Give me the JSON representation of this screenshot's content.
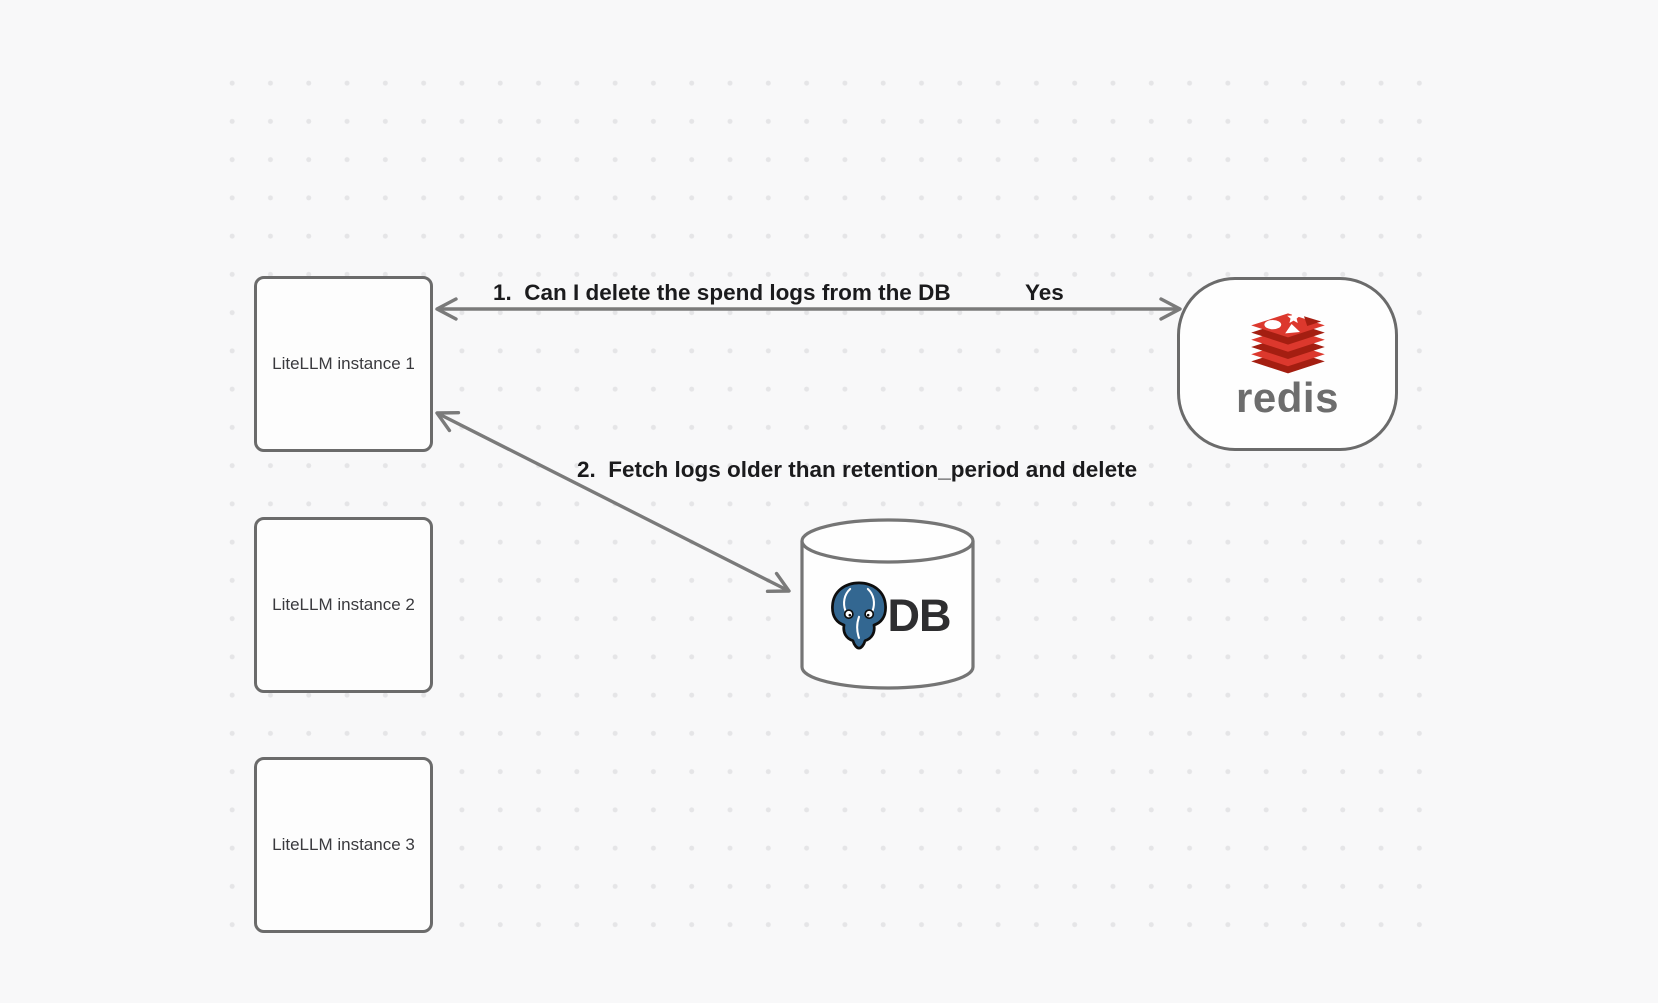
{
  "nodes": {
    "litellm1": {
      "label": "LiteLLM instance 1"
    },
    "litellm2": {
      "label": "LiteLLM instance 2"
    },
    "litellm3": {
      "label": "LiteLLM instance 3"
    },
    "redis": {
      "wordmark": "redis"
    },
    "db": {
      "label": "DB"
    }
  },
  "edges": {
    "edge1": {
      "label": "1.  Can I delete the spend logs from the DB",
      "answer": "Yes"
    },
    "edge2": {
      "label": "2.  Fetch logs older than retention_period and delete"
    }
  },
  "icons": {
    "redis_logo": "redis-stack-icon",
    "postgres_logo": "postgresql-elephant-icon",
    "db_shape": "database-cylinder"
  },
  "colors": {
    "background": "#f8f8f9",
    "dot_grid": "#e5e5e7",
    "node_border": "#6b6b6b",
    "node_fill": "#fdfdfd",
    "arrow": "#7a7a7a",
    "edge_label_text": "#1b1b1d",
    "node_label_text": "#3a3a3e",
    "redis_red": "#dc382d",
    "redis_dark_red": "#a41e11",
    "redis_wordmark_gray": "#6d6d6d",
    "postgres_blue": "#336791"
  }
}
